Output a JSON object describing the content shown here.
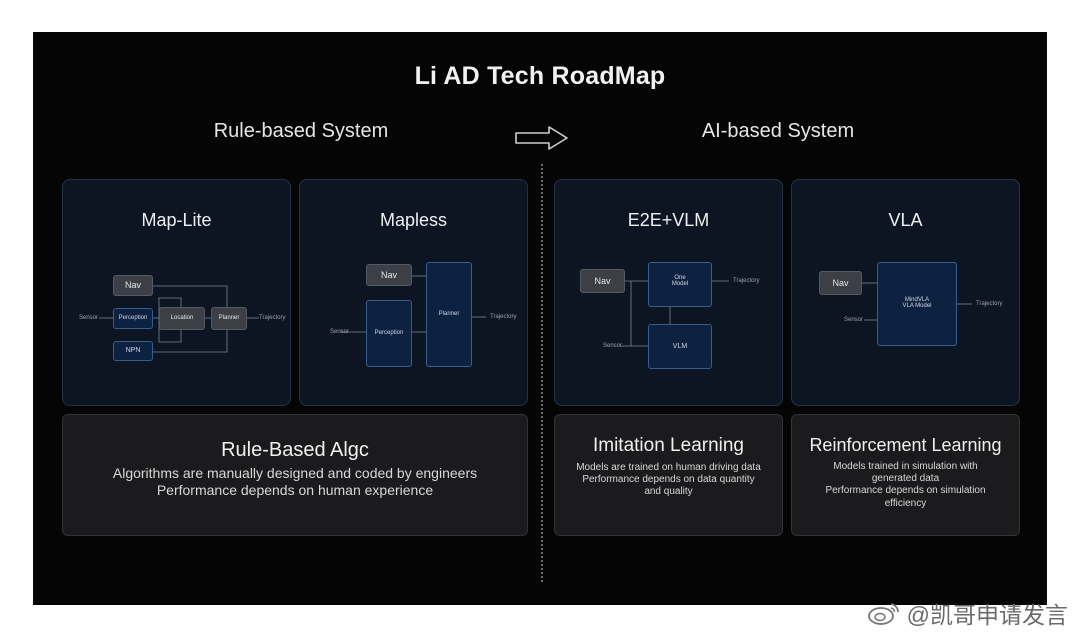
{
  "title": "Li AD Tech RoadMap",
  "sections": {
    "left": "Rule-based System",
    "right": "AI-based System"
  },
  "panels": {
    "map_lite": {
      "title": "Map-Lite",
      "nodes": {
        "nav": "Nav",
        "perception": "Perception",
        "location": "Location",
        "planner": "Planner",
        "npn": "NPN"
      },
      "labels": {
        "sensor": "Sensor",
        "trajectory": "Trajectory"
      }
    },
    "mapless": {
      "title": "Mapless",
      "nodes": {
        "nav": "Nav",
        "perception": "Perception",
        "planner": "Planner"
      },
      "labels": {
        "sensor": "Sensor",
        "trajectory": "Trajectory"
      }
    },
    "e2e_vlm": {
      "title": "E2E+VLM",
      "nodes": {
        "nav": "Nav",
        "one_model_1": "One",
        "one_model_2": "Model",
        "vlm": "VLM"
      },
      "labels": {
        "sensor": "Sensor",
        "trajectory": "Trajectory"
      }
    },
    "vla": {
      "title": "VLA",
      "nodes": {
        "nav": "Nav",
        "mindvla_1": "MindVLA",
        "mindvla_2": "VLA Model"
      },
      "labels": {
        "sensor": "Sensor",
        "trajectory": "Trajectory"
      }
    }
  },
  "descriptions": {
    "rule_based": {
      "title": "Rule-Based Algc",
      "line1": "Algorithms are manually designed and coded by engineers",
      "line2": "Performance depends on human experience"
    },
    "imitation": {
      "title": "Imitation Learning",
      "line1": "Models are trained on human driving data",
      "line2": "Performance depends on data quantity",
      "line3": "and quality"
    },
    "reinforcement": {
      "title": "Reinforcement Learning",
      "line1": "Models trained in simulation with",
      "line2": "generated data",
      "line3": "Performance depends on simulation",
      "line4": "efficiency"
    }
  },
  "watermark": {
    "text": "@凯哥申请发言",
    "icon": "weibo-icon"
  }
}
